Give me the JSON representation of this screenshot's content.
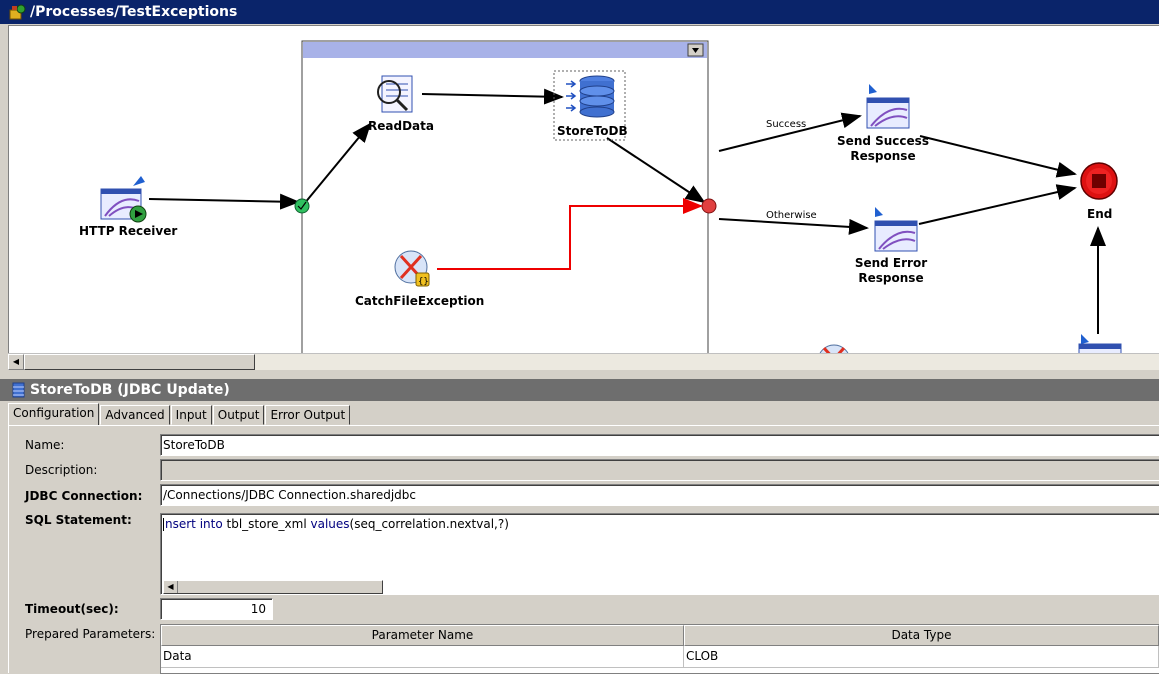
{
  "window": {
    "title": "/Processes/TestExceptions"
  },
  "diagram": {
    "nodes": {
      "http_receiver": "HTTP Receiver",
      "read_data": "ReadData",
      "store_to_db": "StoreToDB",
      "catch_file_exception": "CatchFileException",
      "send_success": [
        "Send Success",
        "Response"
      ],
      "send_error": [
        "Send Error",
        "Response"
      ],
      "end": "End"
    },
    "edges": {
      "success": "Success",
      "otherwise": "Otherwise"
    },
    "colors": {
      "error_transition": "#ee0000",
      "end_node": "#dd1111",
      "group_header": "#a8b2e8"
    }
  },
  "properties": {
    "title": "StoreToDB (JDBC Update)",
    "tabs": [
      "Configuration",
      "Advanced",
      "Input",
      "Output",
      "Error Output"
    ],
    "active_tab": "Configuration",
    "labels": {
      "name": "Name:",
      "description": "Description:",
      "jdbc_connection": "JDBC Connection:",
      "sql_statement": "SQL Statement:",
      "timeout": "Timeout(sec):",
      "prepared_parameters": "Prepared Parameters:"
    },
    "values": {
      "name": "StoreToDB",
      "description": "",
      "jdbc_connection": "/Connections/JDBC Connection.sharedjdbc",
      "sql_keyword_1": "nsert into",
      "sql_text_1": "tbl_store_xml",
      "sql_keyword_2": "values",
      "sql_text_2": "(seq_correlation.nextval,?)",
      "timeout": "10"
    },
    "parameters": {
      "columns": [
        "Parameter Name",
        "Data Type"
      ],
      "rows": [
        [
          "Data",
          "CLOB"
        ]
      ]
    }
  }
}
